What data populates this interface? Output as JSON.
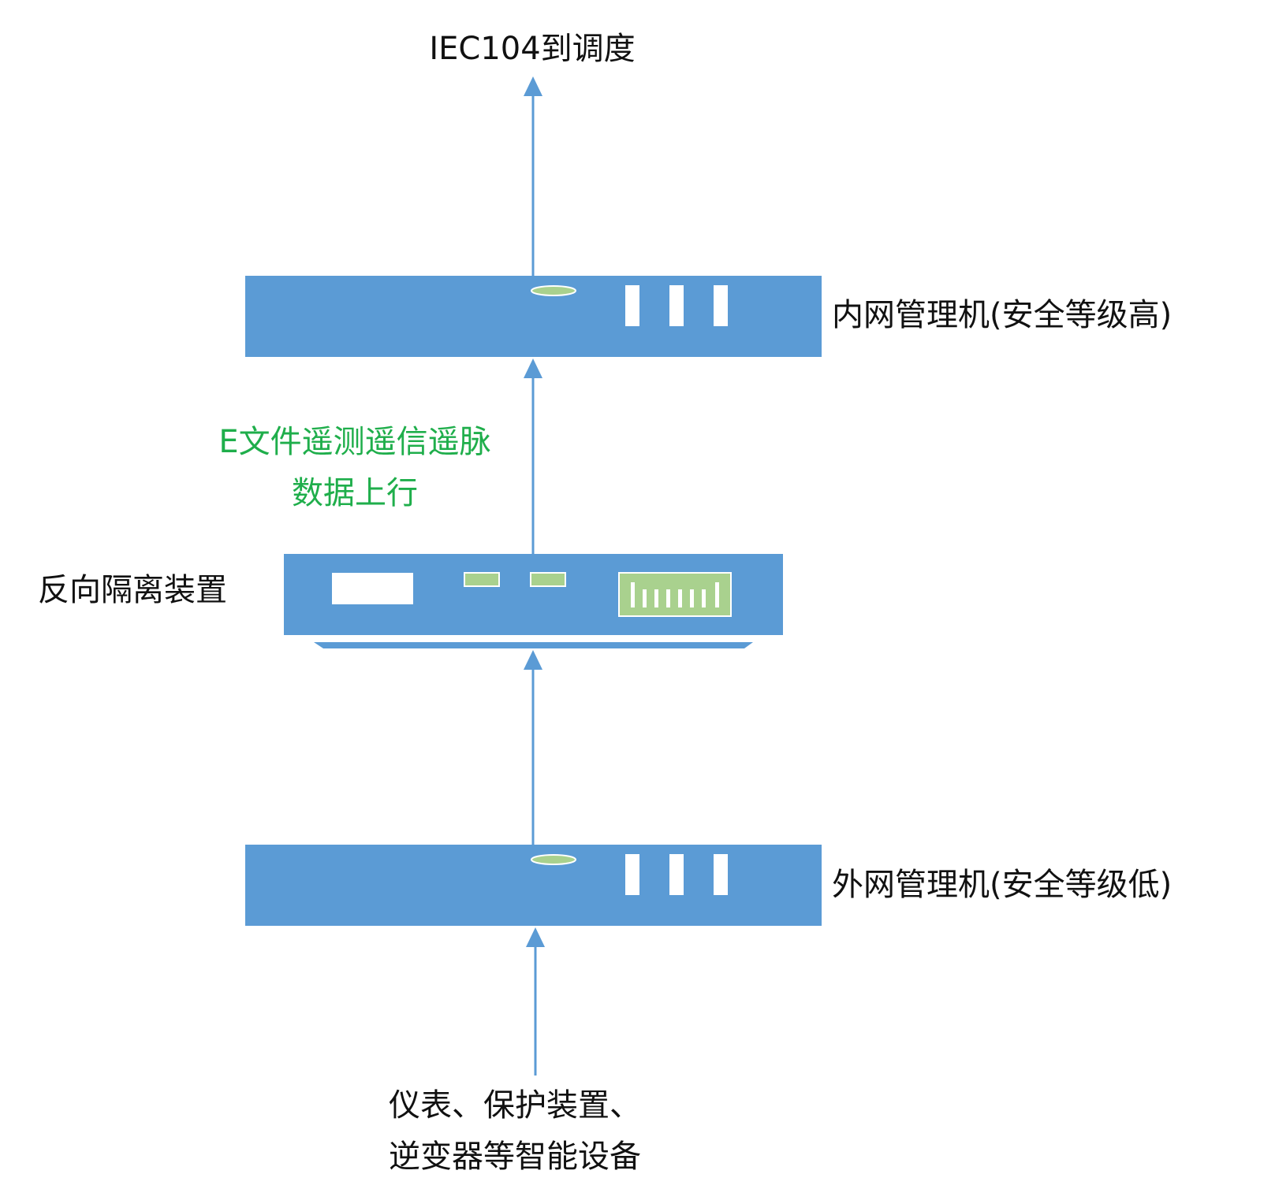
{
  "diagram": {
    "top_label": "IEC104到调度",
    "inner_machine_label": "内网管理机(安全等级高)",
    "isolation_label": "反向隔离装置",
    "flow_label_line1": "E文件遥测遥信遥脉",
    "flow_label_line2": "数据上行",
    "outer_machine_label": "外网管理机(安全等级低)",
    "source_label_line1": "仪表、保护装置、",
    "source_label_line2": "逆变器等智能设备"
  },
  "colors": {
    "device_blue": "#5b9bd5",
    "indicator_green": "#a9d18e",
    "arrow_blue": "#5b9bd5",
    "flow_text_green": "#1fae4b",
    "text_black": "#111111"
  }
}
